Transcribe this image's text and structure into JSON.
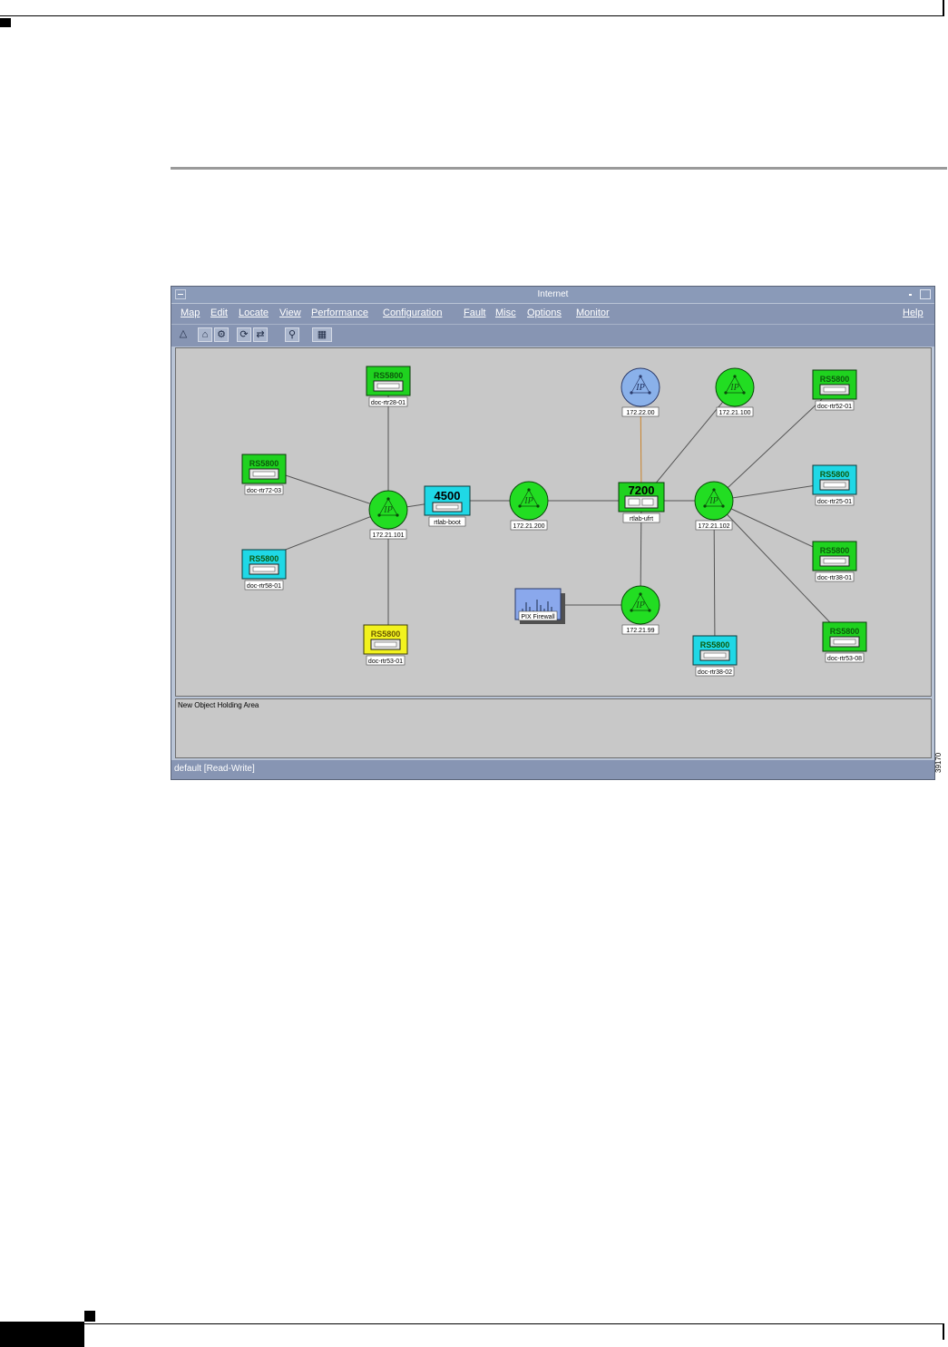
{
  "window": {
    "title": "Internet",
    "status": "default [Read-Write]",
    "holding_area_label": "New Object Holding Area"
  },
  "menu": {
    "items": [
      "Map",
      "Edit",
      "Locate",
      "View",
      "Performance",
      "Configuration",
      "Fault",
      "Misc",
      "Options",
      "Monitor"
    ],
    "help": "Help"
  },
  "toolbar": {
    "tools": [
      "triangle-icon",
      "home-icon",
      "network-icon",
      "refresh-icon",
      "arrows-icon",
      "zoom-icon",
      "map-icon"
    ]
  },
  "colors": {
    "router_green": "#1fd21f",
    "router_cyan": "#1fd8e6",
    "router_yellow": "#f2f21e",
    "ip_green": "#22dd22",
    "ip_blue": "#8ab1ea",
    "firewall": "#8aa8ec"
  },
  "map": {
    "devices": {
      "rtr28_01": {
        "model": "RS5800",
        "label": "doc-rtr28-01",
        "color": "green"
      },
      "rtr72_03": {
        "model": "RS5800",
        "label": "doc-rtr72-03",
        "color": "green"
      },
      "rtr58_01": {
        "model": "RS5800",
        "label": "doc-rtr58-01",
        "color": "cyan"
      },
      "rtr53_01": {
        "model": "RS5800",
        "label": "doc-rtr53-01",
        "color": "yellow"
      },
      "hub4500": {
        "model": "4500",
        "label": "rtlab-boot",
        "color": "cyan"
      },
      "hub7200": {
        "model": "7200",
        "label": "rtlab-ufrt",
        "color": "green"
      },
      "rtr52_01": {
        "model": "RS5800",
        "label": "doc-rtr52-01",
        "color": "green"
      },
      "rtr25_01": {
        "model": "RS5800",
        "label": "doc-rtr25-01",
        "color": "cyan"
      },
      "rtr38_01": {
        "model": "RS5800",
        "label": "doc-rtr38-01",
        "color": "green"
      },
      "rtr53_08": {
        "model": "RS5800",
        "label": "doc-rtr53-08",
        "color": "green"
      },
      "rtr38_02": {
        "model": "RS5800",
        "label": "doc-rtr38-02",
        "color": "cyan"
      }
    },
    "ip_nodes": {
      "ip1": {
        "text": "IP",
        "label": "172.21.101",
        "color": "green"
      },
      "ip2": {
        "text": "IP",
        "label": "172.21.200",
        "color": "green"
      },
      "ip3": {
        "text": "IP",
        "label": "172.21.102",
        "color": "green"
      },
      "ip4": {
        "text": "IP",
        "label": "172.21.99",
        "color": "green"
      },
      "ip5": {
        "text": "IP",
        "label": "172.22.00",
        "color": "blue"
      },
      "ip6": {
        "text": "IP",
        "label": "172.21.100",
        "color": "green"
      }
    },
    "firewall": {
      "label": "PIX Firewall"
    }
  },
  "figure_id": "39170"
}
